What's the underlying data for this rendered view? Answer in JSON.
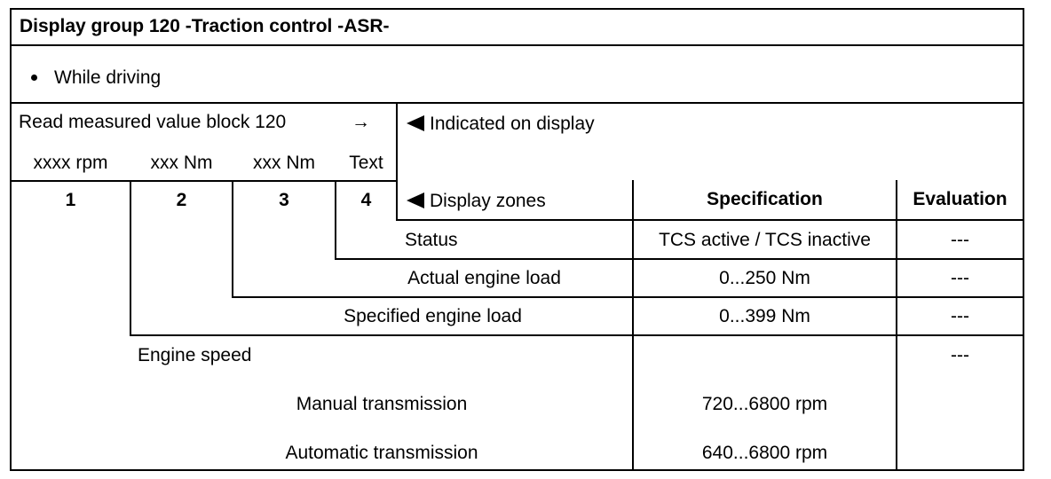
{
  "header": {
    "title": "Display group 120 -Traction control -ASR-"
  },
  "condition": {
    "text": "While driving"
  },
  "read_block": {
    "label": "Read measured value block 120",
    "arrow": "→",
    "fields": [
      "xxxx rpm",
      "xxx Nm",
      "xxx Nm",
      "Text"
    ],
    "zone_numbers": [
      "1",
      "2",
      "3",
      "4"
    ]
  },
  "display": {
    "indicated": "Indicated on display",
    "zones_label": "Display zones"
  },
  "columns": {
    "specification": "Specification",
    "evaluation": "Evaluation"
  },
  "rows": [
    {
      "label": "Status",
      "spec": "TCS active / TCS inactive",
      "eval": "---"
    },
    {
      "label": "Actual engine load",
      "spec": "0...250 Nm",
      "eval": "---"
    },
    {
      "label": "Specified engine load",
      "spec": "0...399 Nm",
      "eval": "---"
    },
    {
      "label": "Engine speed",
      "spec": "",
      "eval": "---",
      "sub": [
        {
          "label": "Manual transmission",
          "spec": "720...6800 rpm"
        },
        {
          "label": "Automatic transmission",
          "spec": "640...6800 rpm"
        }
      ]
    }
  ]
}
